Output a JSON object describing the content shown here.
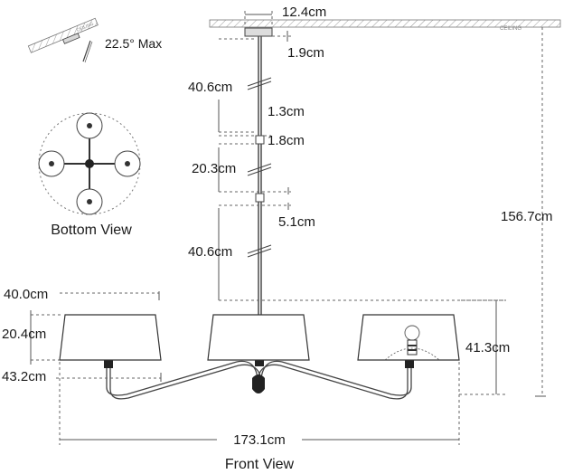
{
  "ceiling_label": "CEILING",
  "slope": {
    "angle_label": "22.5° Max"
  },
  "bottom_view": {
    "label": "Bottom View"
  },
  "front_view": {
    "label": "Front View"
  },
  "dimensions": {
    "canopy_width": "12.4cm",
    "canopy_height": "1.9cm",
    "rod_1": "40.6cm",
    "coupling_1": "1.3cm",
    "coupling_2": "1.8cm",
    "rod_2": "20.3cm",
    "coupling_3": "5.1cm",
    "rod_3": "40.6cm",
    "overall_height": "156.7cm",
    "shade_top_dia": "40.0cm",
    "shade_height": "20.4cm",
    "shade_bottom_dia": "43.2cm",
    "fixture_body_height": "41.3cm",
    "overall_width": "173.1cm"
  }
}
